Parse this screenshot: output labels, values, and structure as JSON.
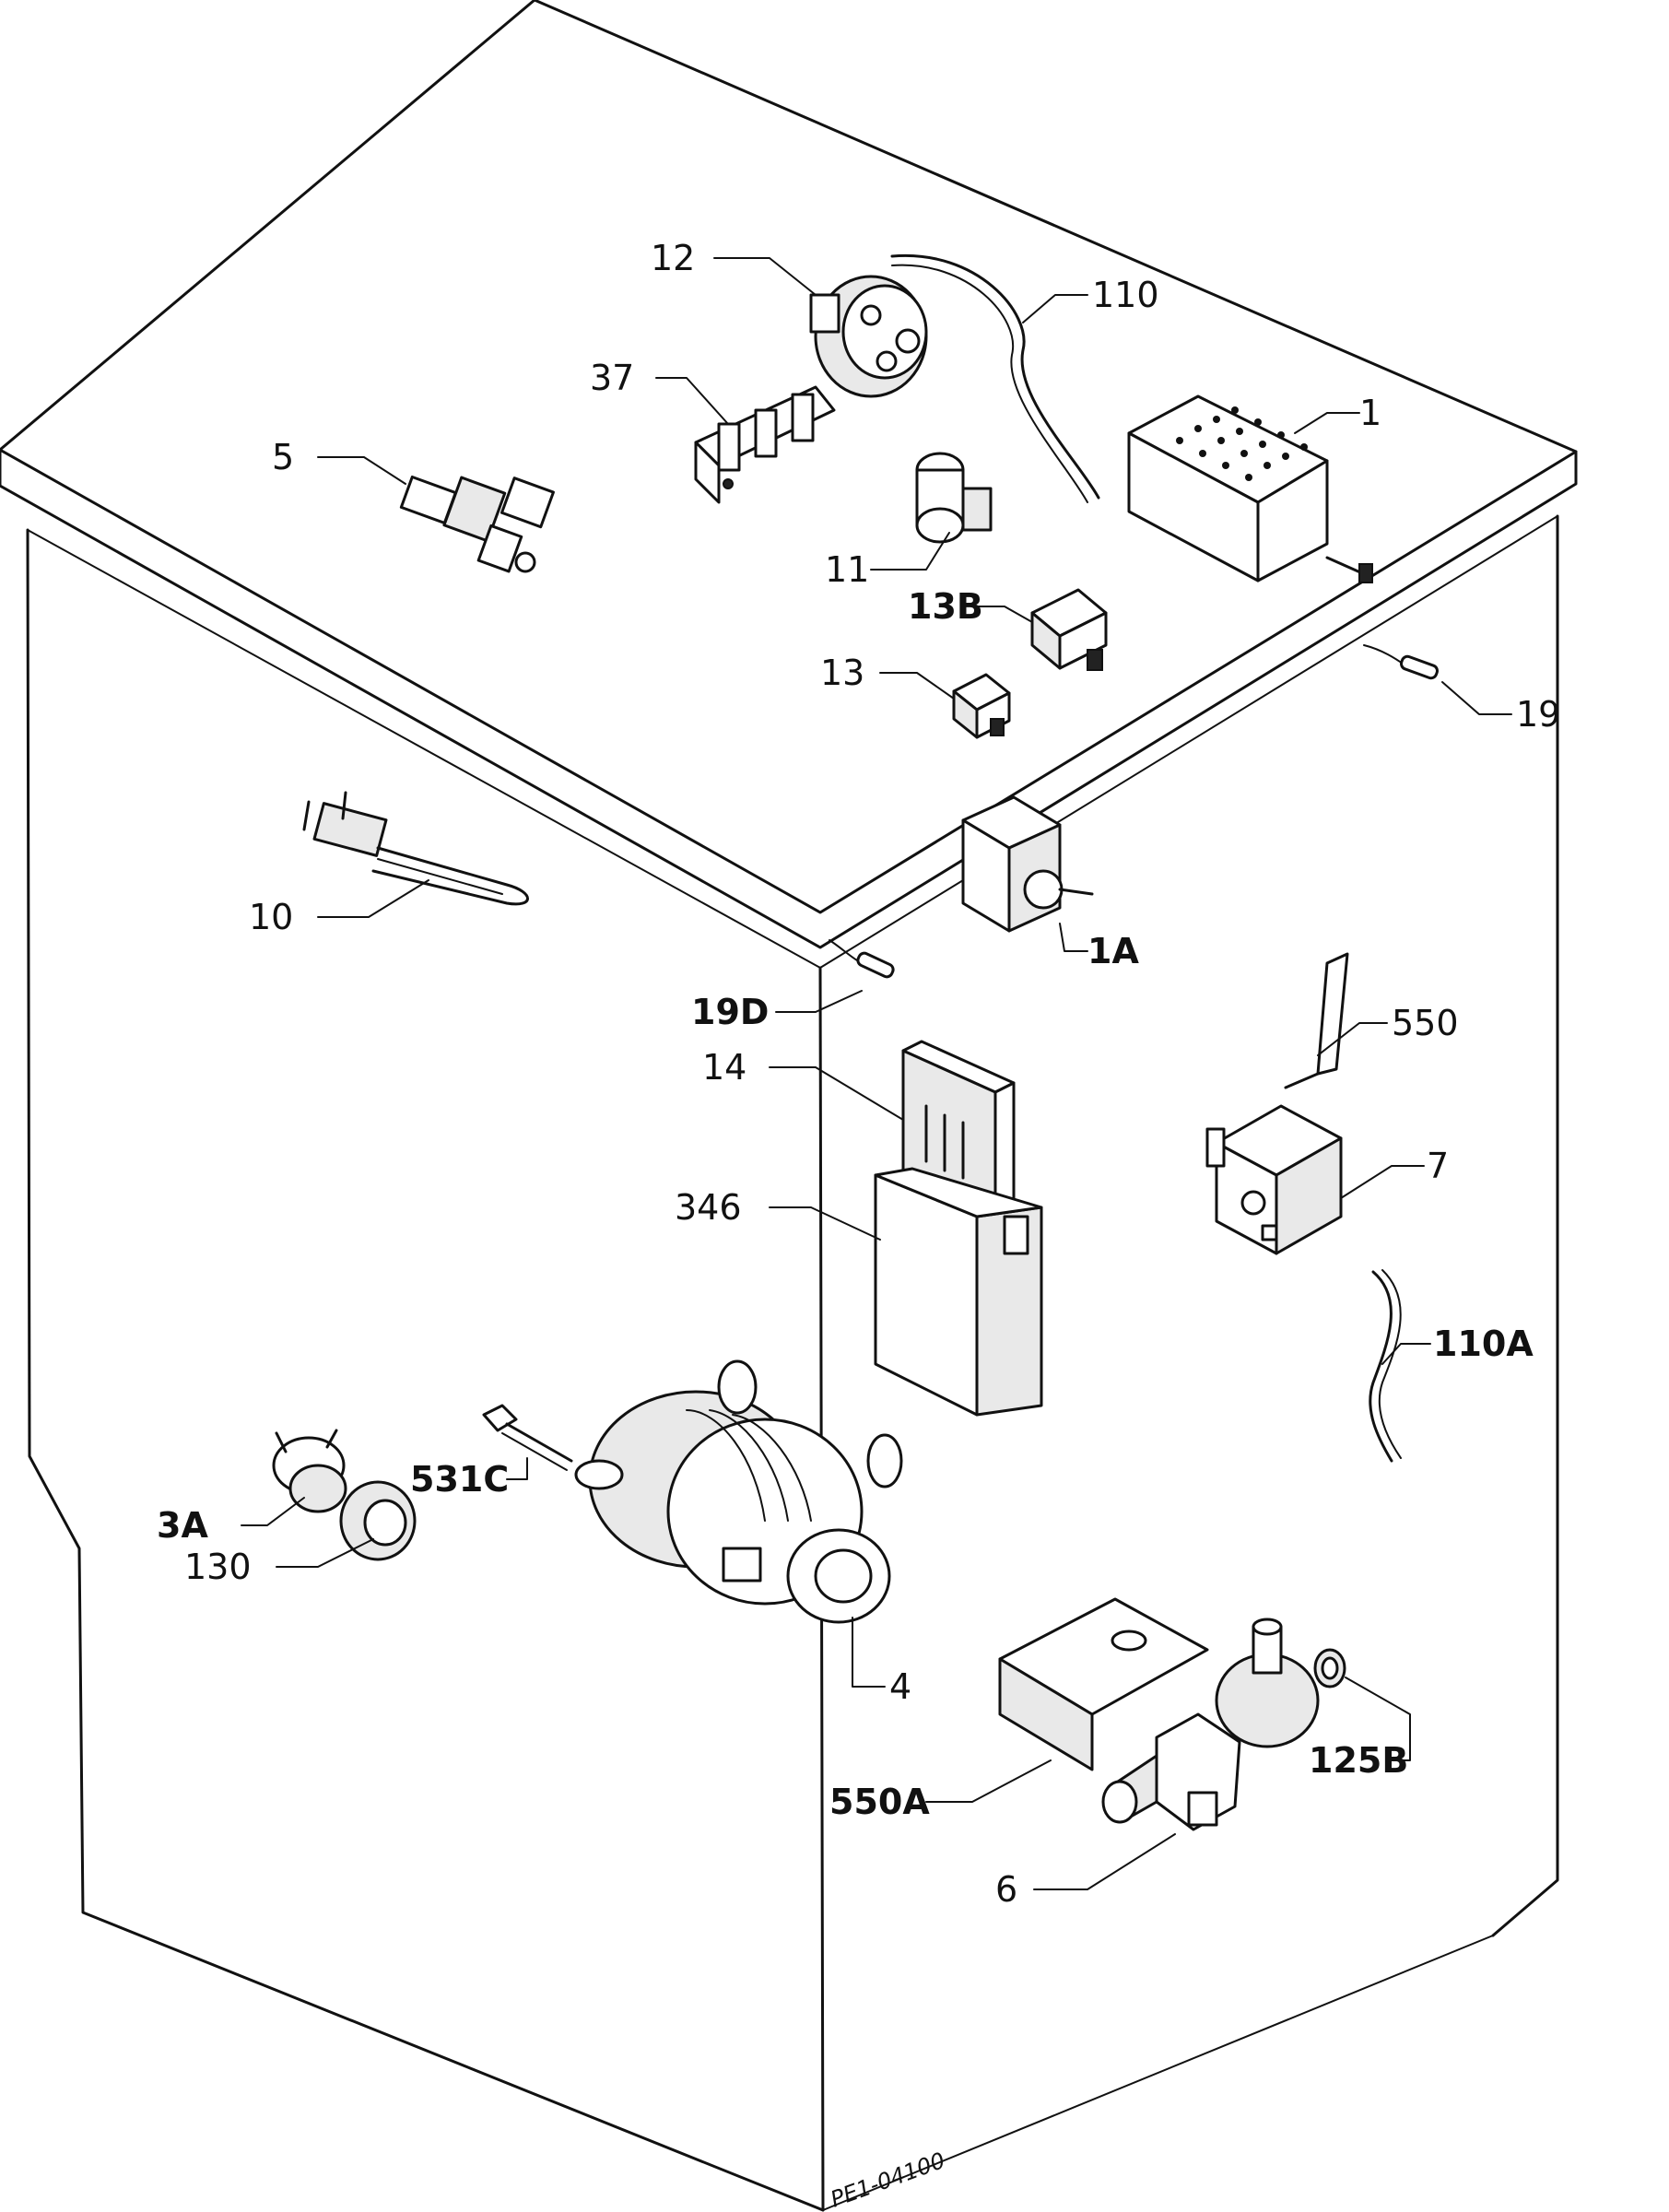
{
  "labels": {
    "p12": "12",
    "p110": "110",
    "p37": "37",
    "p1": "1",
    "p5": "5",
    "p11": "11",
    "p13b": "13B",
    "p13": "13",
    "p19": "19",
    "p10": "10",
    "p1a": "1A",
    "p550": "550",
    "p19d": "19D",
    "p14": "14",
    "p7": "7",
    "p346": "346",
    "p110a": "110A",
    "p531c": "531C",
    "p3a": "3A",
    "p130": "130",
    "p4": "4",
    "p125b": "125B",
    "p550a": "550A",
    "p6": "6"
  },
  "stamp": "PE1-04100"
}
